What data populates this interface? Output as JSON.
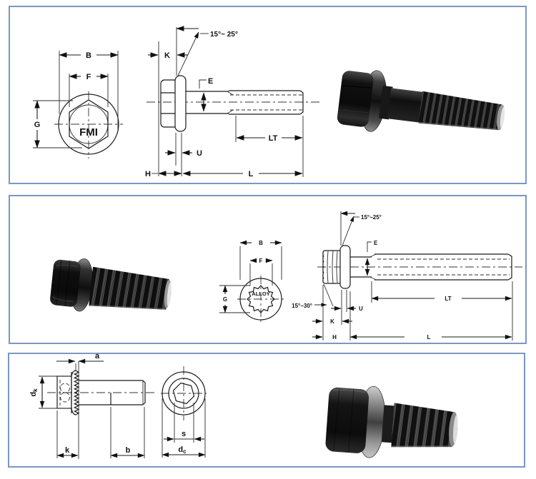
{
  "page": {
    "background": "#ffffff",
    "panel_border_color": "#7b97c3",
    "line_color": "#1a1a1a"
  },
  "panel_hex_flange_bolt": {
    "title": "hex flange bolt dimension drawing",
    "front_view": {
      "dim_B": "B",
      "dim_F": "F",
      "dim_G": "G",
      "head_marking": "FMI"
    },
    "side_view": {
      "dim_K": "K",
      "flange_angle": "15°~ 25°",
      "dim_E": "E",
      "dim_U": "U",
      "dim_H": "H",
      "dim_L": "L",
      "dim_LT": "LT"
    }
  },
  "panel_12pt_flange_bolt": {
    "title": "12-point flange bolt dimension drawing",
    "front_view": {
      "dim_B": "B",
      "dim_F": "F",
      "dim_G": "G",
      "head_marking": "ALLOY"
    },
    "side_view": {
      "flange_angle": "15°~25°",
      "underhead_angle": "15°~30°",
      "dim_E": "E",
      "dim_U": "U",
      "dim_K": "K",
      "dim_H": "H",
      "dim_L": "L",
      "dim_LT": "LT"
    }
  },
  "panel_socket_flange_screw": {
    "title": "flange screw dimension drawing",
    "side_view": {
      "dim_a": "a",
      "dim_dk_main": "d",
      "dim_dk_sub": "k",
      "dim_k": "k",
      "dim_b": "b"
    },
    "end_view": {
      "dim_s": "s",
      "dim_dc_main": "d",
      "dim_dc_sub": "c"
    }
  }
}
